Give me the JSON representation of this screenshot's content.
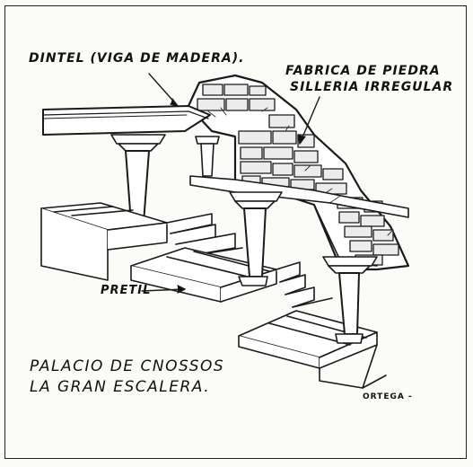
{
  "labels": {
    "dintel": "DINTEL (VIGA DE MADERA).",
    "fabrica_line1": "FABRICA DE PIEDRA",
    "fabrica_line2": "SILLERIA IRREGULAR",
    "pretil": "PRETIL",
    "title_line1": "PALACIO DE CNOSSOS",
    "title_line2": "LA GRAN ESCALERA.",
    "signature": "ORTEGA -"
  }
}
